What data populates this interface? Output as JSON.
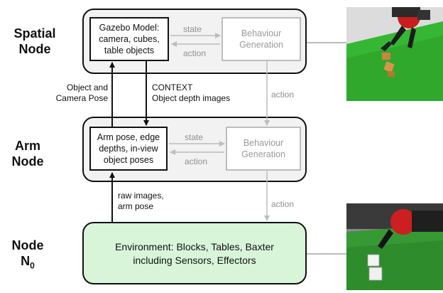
{
  "nodes": {
    "spatial": {
      "label_line1": "Spatial",
      "label_line2": "Node",
      "model_lines": [
        "Gazebo Model:",
        "camera, cubes,",
        "table objects"
      ],
      "behaviour_lines": [
        "Behaviour",
        "Generation"
      ],
      "state_label": "state",
      "action_label": "action"
    },
    "arm": {
      "label_line1": "Arm",
      "label_line2": "Node",
      "model_lines": [
        "Arm pose, edge",
        "depths, in-view",
        "object poses"
      ],
      "behaviour_lines": [
        "Behaviour",
        "Generation"
      ],
      "state_label": "state",
      "action_label": "action"
    },
    "env": {
      "label_line1": "Node",
      "label_main": "N",
      "label_sub": "0",
      "text_lines": [
        "Environment: Blocks, Tables, Baxter",
        "including Sensors, Effectors"
      ]
    }
  },
  "edges": {
    "obj_camera_pose": [
      "Object and",
      "Camera Pose"
    ],
    "context": [
      "CONTEXT",
      "Object depth images"
    ],
    "action_spatial_to_arm": "action",
    "raw_images": [
      "raw images,",
      "arm pose"
    ],
    "action_arm_to_env": "action"
  },
  "colors": {
    "container_bg": "#f2f2f2",
    "env_bg": "#d9f5d9",
    "inactive": "#bdbdbd",
    "active": "#111111"
  }
}
